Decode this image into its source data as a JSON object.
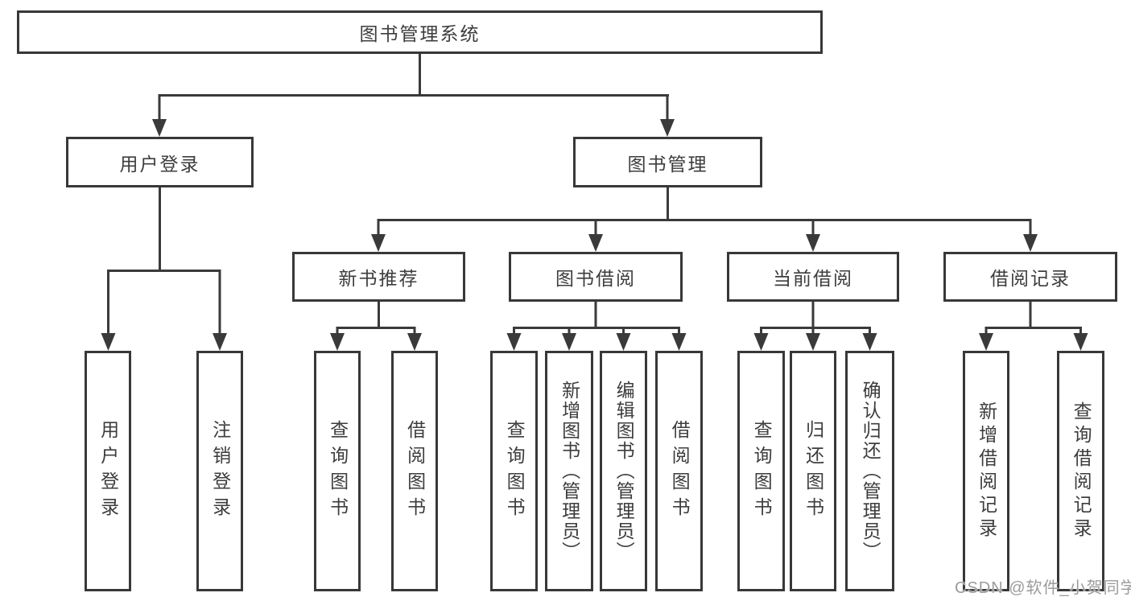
{
  "colors": {
    "line": "#3a3a3a",
    "box_border": "#383838",
    "box_fill": "#ffffff",
    "text": "#3d3d3d",
    "watermark_text": "#9b9b9b",
    "background": "#ffffff"
  },
  "tree": {
    "root": {
      "label": "图书管理系统",
      "children": [
        {
          "label": "用户登录",
          "children": [
            {
              "label": "用户登录"
            },
            {
              "label": "注销登录"
            }
          ]
        },
        {
          "label": "图书管理",
          "children": [
            {
              "label": "新书推荐",
              "children": [
                {
                  "label": "查询图书"
                },
                {
                  "label": "借阅图书"
                }
              ]
            },
            {
              "label": "图书借阅",
              "children": [
                {
                  "label": "查询图书"
                },
                {
                  "label": "新增图书（管理员）"
                },
                {
                  "label": "编辑图书（管理员）"
                },
                {
                  "label": "借阅图书"
                }
              ]
            },
            {
              "label": "当前借阅",
              "children": [
                {
                  "label": "查询图书"
                },
                {
                  "label": "归还图书"
                },
                {
                  "label": "确认归还（管理员）"
                }
              ]
            },
            {
              "label": "借阅记录",
              "children": [
                {
                  "label": "新增借阅记录"
                },
                {
                  "label": "查询借阅记录"
                }
              ]
            }
          ]
        }
      ]
    }
  },
  "watermark": {
    "text": "CSDN @软件_小贺同学"
  }
}
